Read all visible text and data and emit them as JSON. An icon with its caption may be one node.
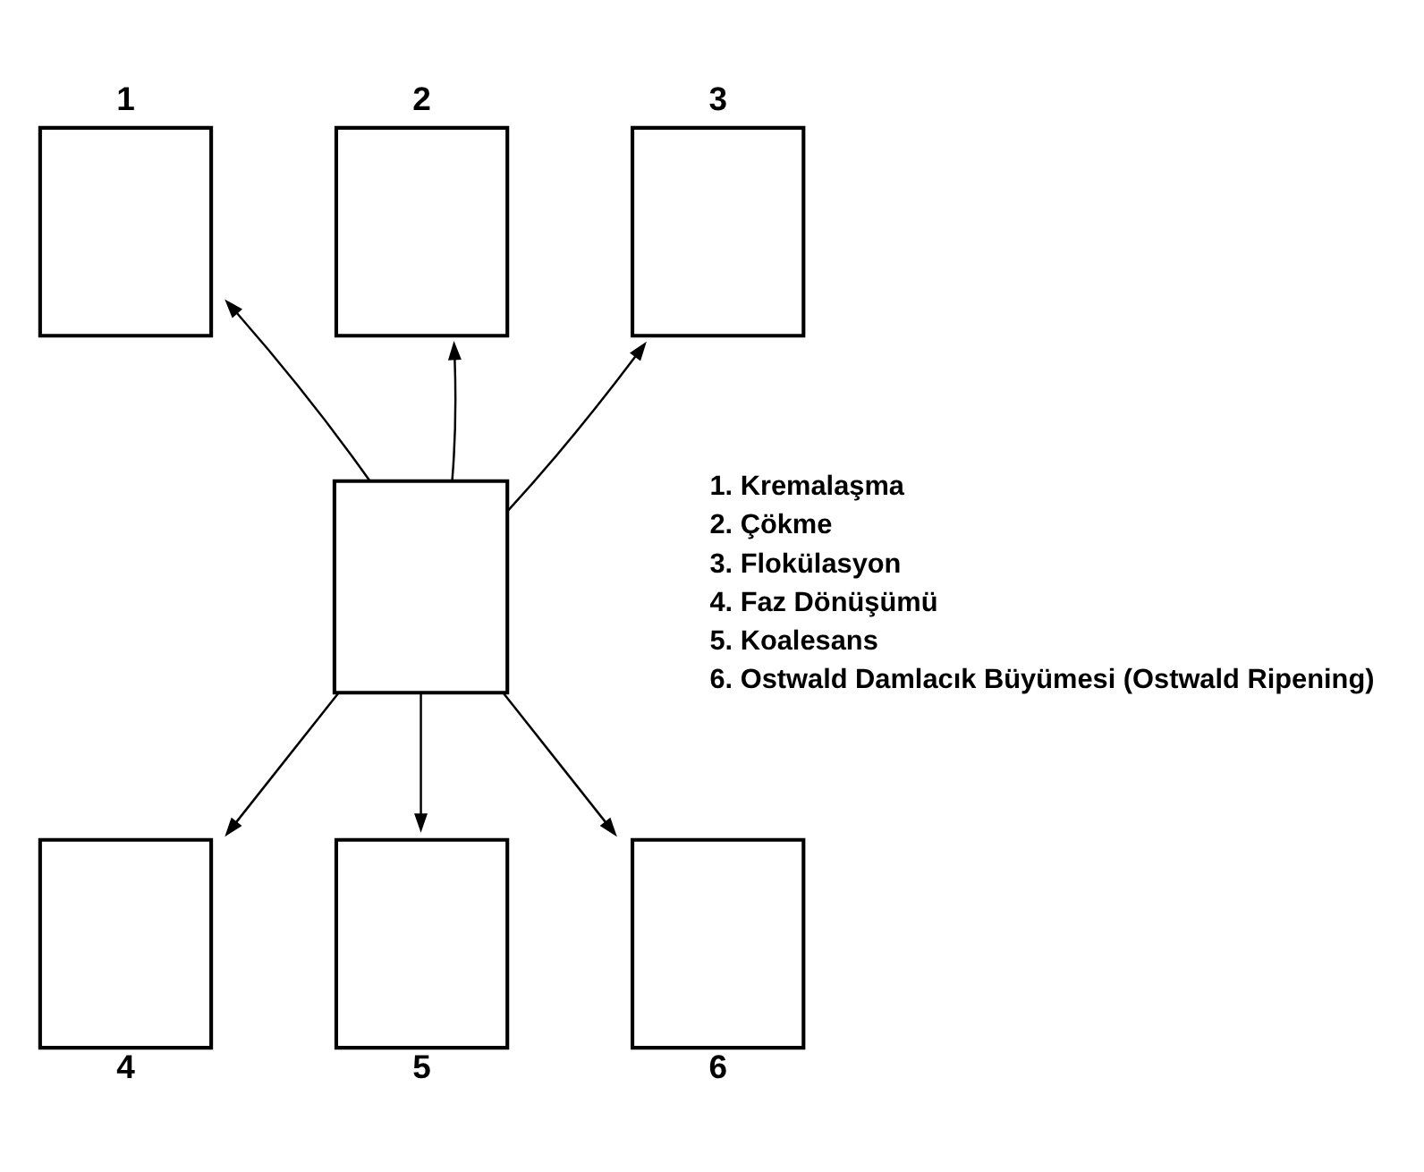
{
  "diagram": {
    "nodes": [
      {
        "text": [
          "1"
        ]
      },
      {
        "text": [
          "2"
        ]
      },
      {
        "text": [
          "3"
        ]
      },
      {
        "text": [],
        "shape": "box"
      },
      {
        "text": [
          "4"
        ]
      },
      {
        "text": [
          "5"
        ]
      },
      {
        "text": [
          "6"
        ]
      }
    ],
    "edges": [
      {
        "from": 3,
        "to": 0,
        "arrow": "to"
      },
      {
        "from": 3,
        "to": 1,
        "arrow": "to"
      },
      {
        "from": 3,
        "to": 2,
        "arrow": "to"
      },
      {
        "from": 3,
        "to": 4,
        "arrow": "to"
      },
      {
        "from": 3,
        "to": 5,
        "arrow": "to"
      },
      {
        "from": 3,
        "to": 6,
        "arrow": "to"
      }
    ],
    "labels": [
      "1. Kremalaşma",
      "2. Çökme",
      "3. Flokülasyon",
      "4. Faz Dönüşümü",
      "5. Koalesans",
      "6. Ostwald Damlacık Büyümesi (Ostwald Ripening)"
    ]
  }
}
